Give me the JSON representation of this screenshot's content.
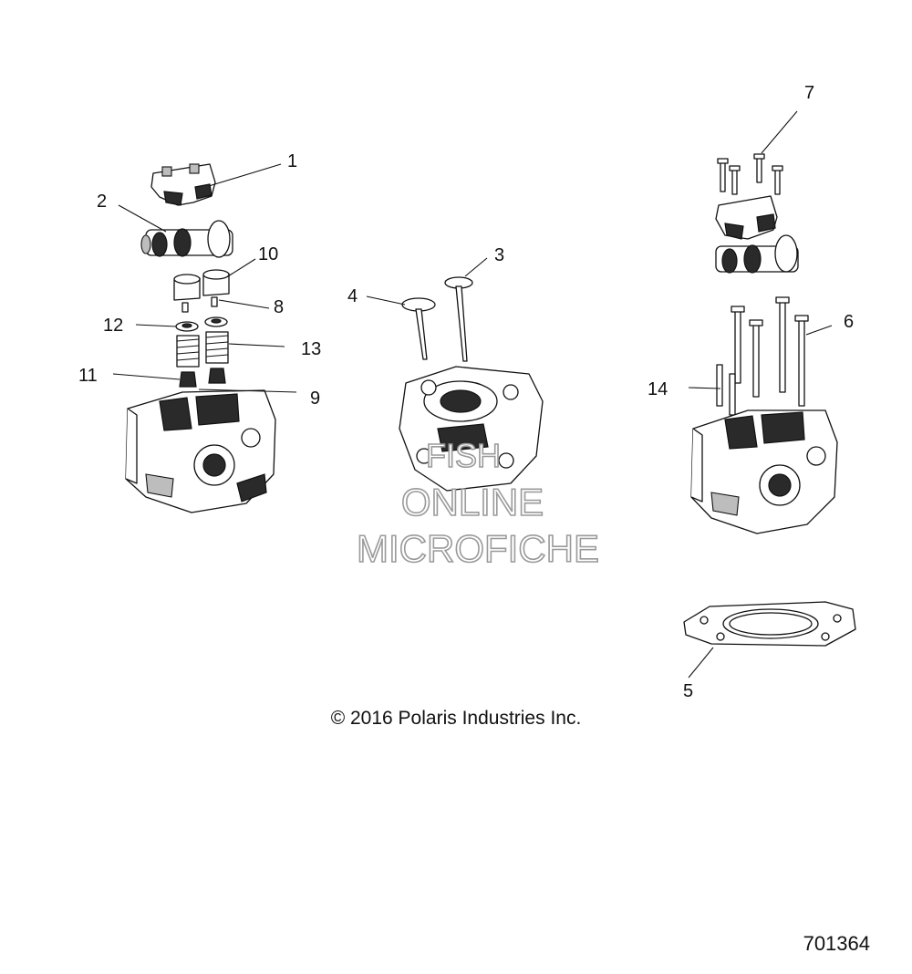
{
  "callouts": [
    "1",
    "2",
    "3",
    "4",
    "5",
    "6",
    "7",
    "8",
    "9",
    "10",
    "11",
    "12",
    "13",
    "14"
  ],
  "watermark": {
    "line1": "FISH",
    "line2": "ONLINE",
    "line3": "MICROFICHE"
  },
  "copyright": "© 2016 Polaris Industries Inc.",
  "drawing_number": "701364",
  "icons": [
    "camshaft-icon",
    "rocker-housing-icon",
    "valve-icon",
    "cylinder-head-icon",
    "gasket-icon",
    "bolt-icon",
    "spring-icon"
  ]
}
